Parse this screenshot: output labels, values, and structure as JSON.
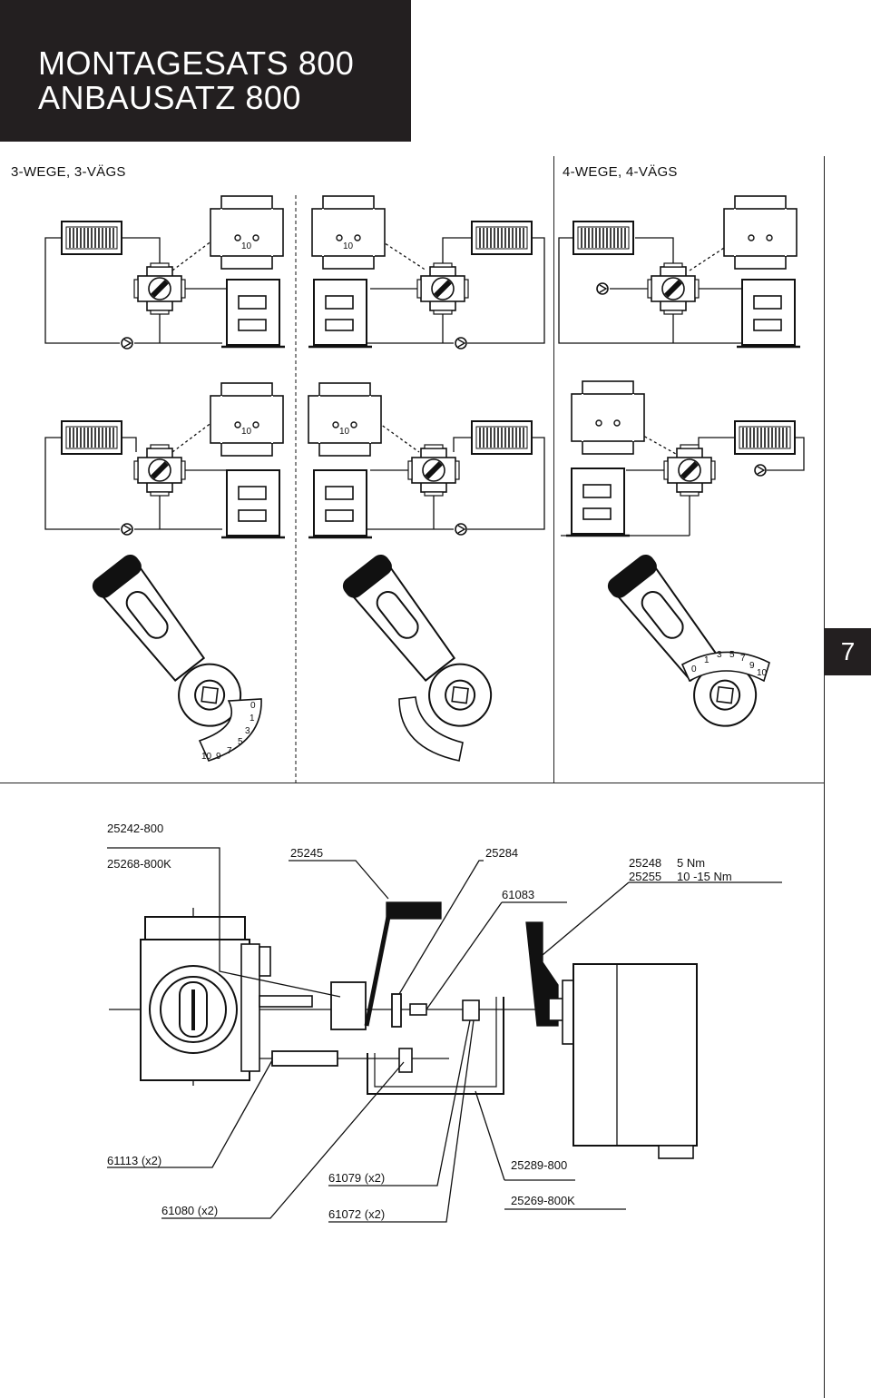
{
  "header": {
    "title_line1": "MONTAGESATS 800",
    "title_line2": "ANBAUSATZ 800"
  },
  "sections": {
    "three_way": "3-WEGE, 3-VÄGS",
    "four_way": "4-WEGE, 4-VÄGS"
  },
  "page_tab": "7",
  "scale_labels": {
    "left": [
      "0",
      "1",
      "3",
      "5",
      "7",
      "9",
      "10"
    ],
    "right": [
      "0",
      "1",
      "3",
      "5",
      "7",
      "9",
      "10"
    ]
  },
  "valve_marks": [
    "10",
    "10",
    "10",
    "10"
  ],
  "parts": {
    "p1": "25242-800",
    "p2": "25268-800K",
    "p3": "25245",
    "p4": "25284",
    "p5": "61083",
    "p6a": "25248",
    "p6b": "5 Nm",
    "p7a": "25255",
    "p7b": "10 -15 Nm",
    "p8": "61113 (x2)",
    "p9": "61080 (x2)",
    "p10": "61079 (x2)",
    "p11": "61072 (x2)",
    "p12": "25289-800",
    "p13": "25269-800K"
  }
}
